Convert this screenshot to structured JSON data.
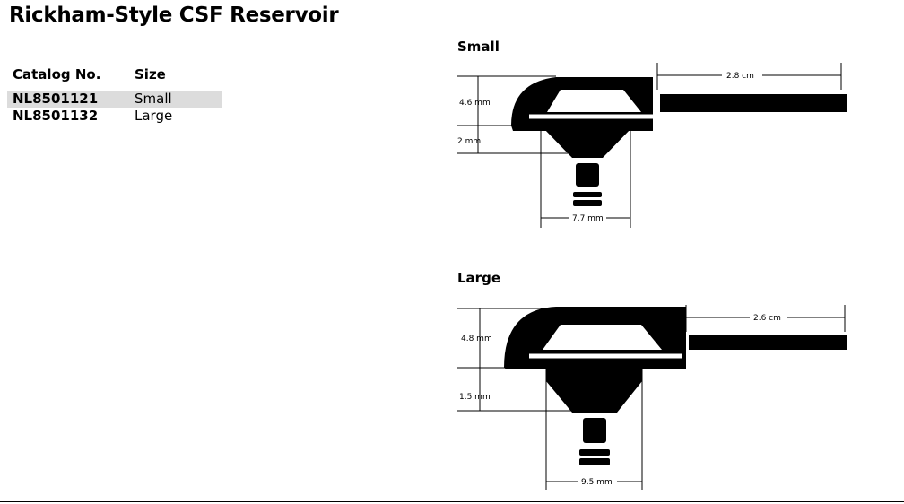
{
  "title": "Rickham-Style CSF Reservoir",
  "table": {
    "headers": {
      "catalog": "Catalog No.",
      "size": "Size"
    },
    "rows": [
      {
        "catalog": "NL8501121",
        "size": "Small"
      },
      {
        "catalog": "NL8501132",
        "size": "Large"
      }
    ]
  },
  "diagrams": [
    {
      "label": "Small",
      "height": "4.6 mm",
      "base": "2 mm",
      "width": "7.7 mm",
      "tube": "2.8 cm"
    },
    {
      "label": "Large",
      "height": "4.8 mm",
      "base": "1.5 mm",
      "width": "9.5 mm",
      "tube": "2.6 cm"
    }
  ]
}
